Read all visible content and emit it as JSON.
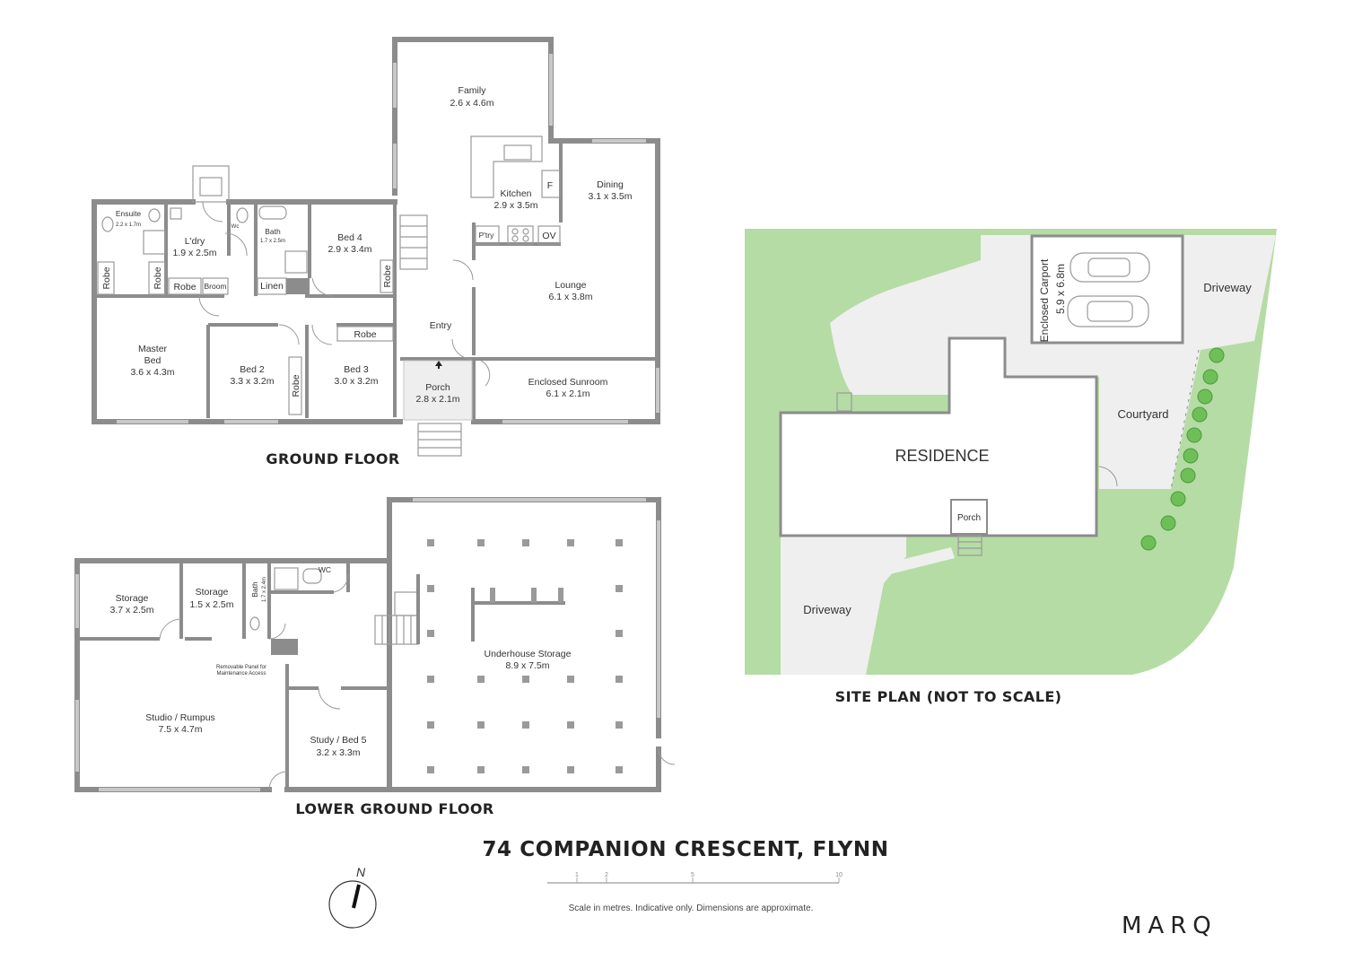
{
  "ground_floor": {
    "title": "GROUND FLOOR",
    "rooms": [
      {
        "name": "Family",
        "dims": "2.6 x 4.6m"
      },
      {
        "name": "Kitchen",
        "dims": "2.9 x 3.5m"
      },
      {
        "name": "Dining",
        "dims": "3.1 x 3.5m"
      },
      {
        "name": "Lounge",
        "dims": "6.1 x 3.8m"
      },
      {
        "name": "Entry",
        "dims": ""
      },
      {
        "name": "Porch",
        "dims": "2.8 x 2.1m"
      },
      {
        "name": "Enclosed Sunroom",
        "dims": "6.1 x 2.1m"
      },
      {
        "name": "Bed 4",
        "dims": "2.9 x 3.4m"
      },
      {
        "name": "Bath",
        "dims": "1.7 x 2.5m"
      },
      {
        "name": "L'dry",
        "dims": "1.9 x 2.5m"
      },
      {
        "name": "Ensuite",
        "dims": "2.2 x 1.7m"
      },
      {
        "name": "Master",
        "dims": "Bed"
      },
      {
        "name": "Master Bed",
        "dims": "3.6 x 4.3m"
      },
      {
        "name": "Bed 2",
        "dims": "3.3 x 3.2m"
      },
      {
        "name": "Bed 3",
        "dims": "3.0 x 3.2m"
      }
    ],
    "labels": {
      "wc": "Wc",
      "fridge": "F",
      "pantry": "P'try",
      "oven": "OV",
      "robe": "Robe",
      "broom": "Broom",
      "linen": "Linen"
    }
  },
  "lower_floor": {
    "title": "LOWER GROUND  FLOOR",
    "rooms": [
      {
        "name": "Storage",
        "dims": "3.7 x 2.5m"
      },
      {
        "name": "Storage",
        "dims": "1.5 x 2.5m"
      },
      {
        "name": "Bath",
        "dims": "1.7 x 2.4m"
      },
      {
        "name": "WC",
        "dims": ""
      },
      {
        "name": "Studio / Rumpus",
        "dims": "7.5 x 4.7m"
      },
      {
        "name": "Study / Bed 5",
        "dims": "3.2 x 3.3m"
      },
      {
        "name": "Underhouse Storage",
        "dims": "8.9 x 7.5m"
      }
    ],
    "note_line1": "Removable Panel for",
    "note_line2": "Maintenance Access"
  },
  "site_plan": {
    "title": "SITE PLAN (NOT TO SCALE)",
    "residence": "RESIDENCE",
    "porch": "Porch",
    "courtyard": "Courtyard",
    "driveway_top": "Driveway",
    "driveway_bottom": "Driveway",
    "carport_name": "Enclosed Carport",
    "carport_dims": "5.9 x 6.8m",
    "colors": {
      "grass": "#b5dca4",
      "paving": "#efefef",
      "building": "#ffffff",
      "outline": "#8c8c8c",
      "shrub": "#6fbf58"
    }
  },
  "address": "74 COMPANION CRESCENT, FLYNN",
  "scale": {
    "ticks": [
      "1",
      "2",
      "5",
      "10"
    ],
    "disclaimer": "Scale in metres. Indicative only. Dimensions are approximate."
  },
  "north_label": "N",
  "brand": "MARQ"
}
